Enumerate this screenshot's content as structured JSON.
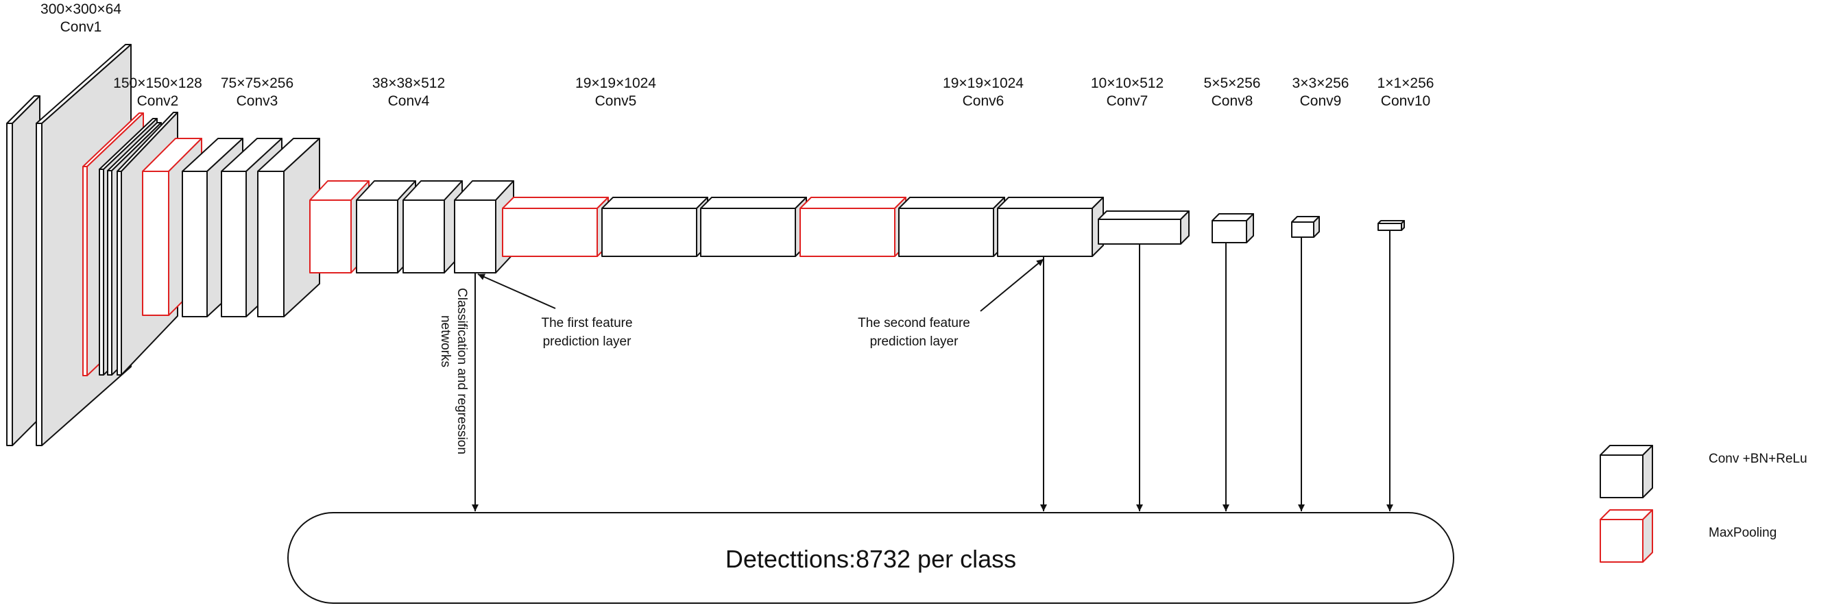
{
  "colors": {
    "conv_stroke": "#111111",
    "pool_stroke": "#e02020",
    "side_fill": "#e0e0e0",
    "front_fill": "#ffffff",
    "text": "#111111"
  },
  "layers": [
    {
      "dims": "300×300×64",
      "name": "Conv1"
    },
    {
      "dims": "150×150×128",
      "name": "Conv2"
    },
    {
      "dims": "75×75×256",
      "name": "Conv3"
    },
    {
      "dims": "38×38×512",
      "name": "Conv4"
    },
    {
      "dims": "19×19×1024",
      "name": "Conv5"
    },
    {
      "dims": "19×19×1024",
      "name": "Conv6"
    },
    {
      "dims": "10×10×512",
      "name": "Conv7"
    },
    {
      "dims": "5×5×256",
      "name": "Conv8"
    },
    {
      "dims": "3×3×256",
      "name": "Conv9"
    },
    {
      "dims": "1×1×256",
      "name": "Conv10"
    }
  ],
  "annotations": {
    "first_feature": [
      "The first feature",
      "prediction layer"
    ],
    "second_feature": [
      "The second feature",
      "prediction layer"
    ],
    "side_text": [
      "Classification and regression",
      "networks"
    ]
  },
  "detections": "Detecttions:8732 per class",
  "legend": {
    "conv": {
      "label": "Conv +BN+ReLu",
      "icon": "conv-block-icon"
    },
    "pool": {
      "label": "MaxPooling",
      "icon": "maxpool-block-icon"
    }
  }
}
